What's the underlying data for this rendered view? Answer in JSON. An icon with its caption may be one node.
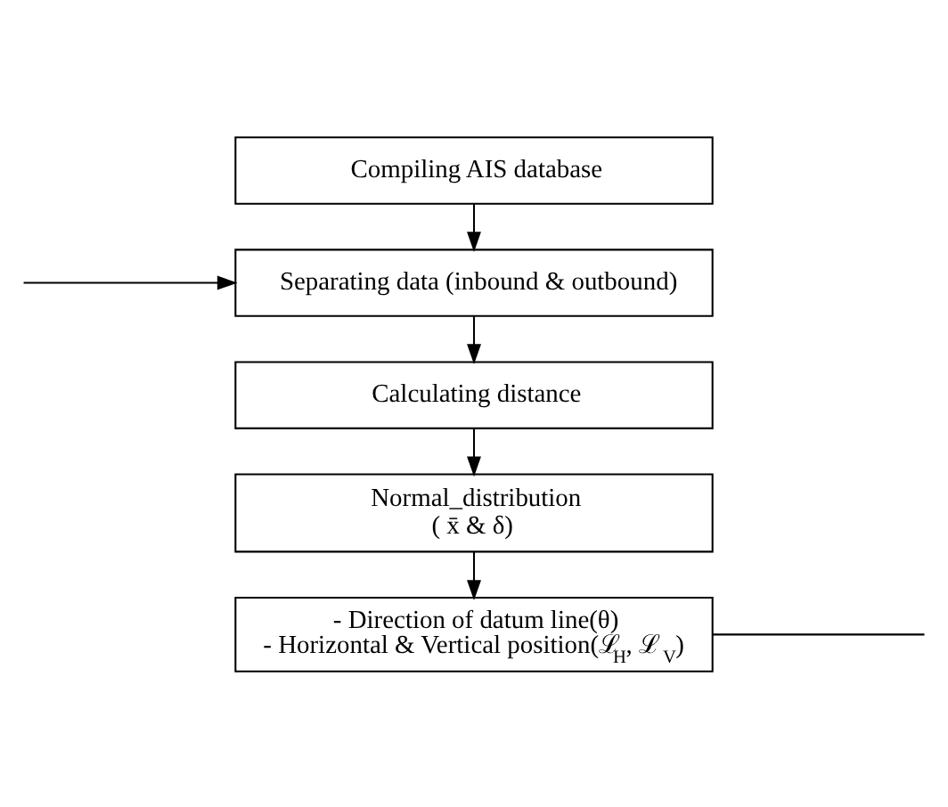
{
  "diagram": {
    "nodes": [
      {
        "text": [
          "Compiling AIS database"
        ]
      },
      {
        "text": [
          "Separating data (inbound & outbound)"
        ]
      },
      {
        "text": [
          "Calculating distance"
        ]
      },
      {
        "text": [
          "Normal_distribution",
          "( x̄ & δ)"
        ]
      },
      {
        "text": [
          "- Direction of datum line(θ)",
          "- Horizontal & Vertical position(ℒ$_{H}$, ℒ$_{V}$)"
        ]
      }
    ],
    "edges": [
      {
        "from": 0,
        "to": 1,
        "arrow": "to"
      },
      {
        "from": 1,
        "to": 2,
        "arrow": "to"
      },
      {
        "from": 2,
        "to": 3,
        "arrow": "to"
      },
      {
        "from": 3,
        "to": 4,
        "arrow": "to"
      },
      {
        "from": null,
        "to": 1,
        "arrow": "to"
      },
      {
        "from": 4,
        "to": null,
        "arrow": "none"
      }
    ]
  }
}
